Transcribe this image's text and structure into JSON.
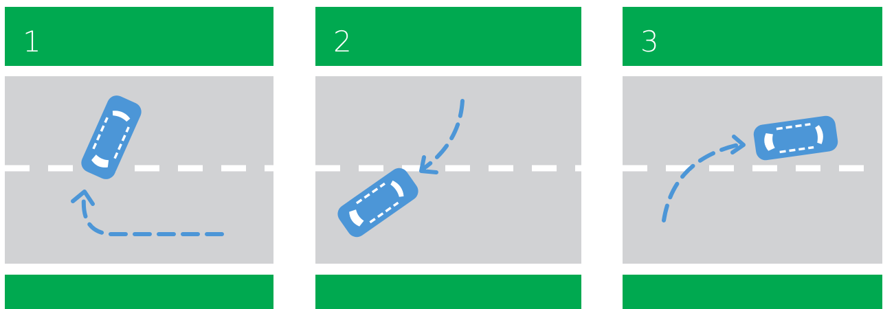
{
  "panels": [
    {
      "step": "1"
    },
    {
      "step": "2"
    },
    {
      "step": "3"
    }
  ],
  "colors": {
    "header": "#00a950",
    "road": "#d1d2d4",
    "lane_marking": "#ffffff",
    "car": "#4c96d7",
    "arrow": "#4c96d7"
  },
  "icons": {
    "car": "car-top-view-icon",
    "arrow": "dashed-curved-arrow-icon"
  }
}
